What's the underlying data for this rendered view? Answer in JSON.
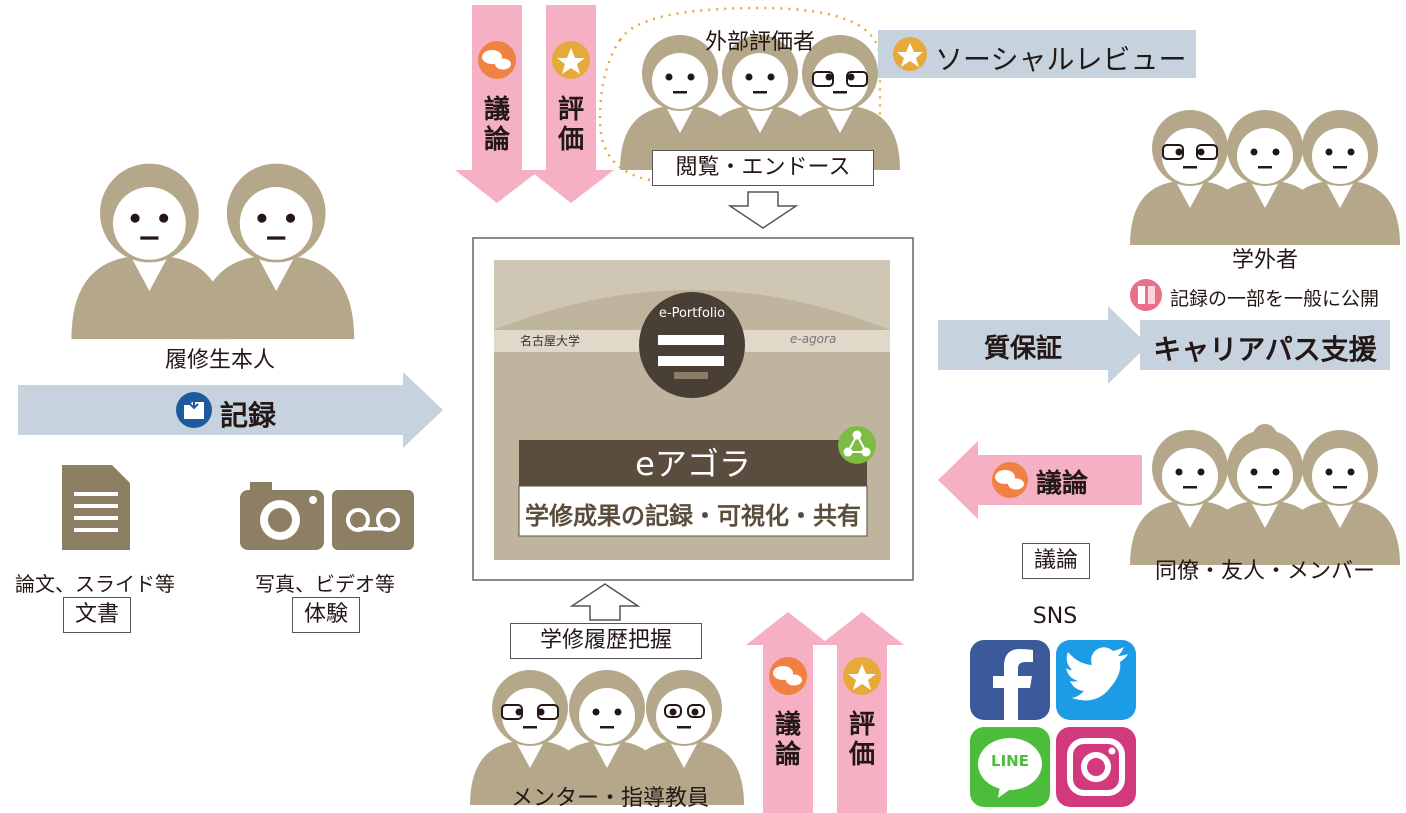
{
  "colors": {
    "person": "#b5a88a",
    "person_face": "#ffffff",
    "pink_arrow": "#f5b1c3",
    "blue_arrow": "#c6d3df",
    "dark_bar": "#5b4d3d",
    "discuss_icon": "#f08143",
    "eval_icon": "#e8a93b",
    "record_icon": "#1f5aa0",
    "open_icon": "#ea6f87",
    "share_icon": "#7dbb43",
    "facebook": "#3b5a99",
    "twitter": "#1d9ce6",
    "line": "#4cbd3a",
    "instagram": "#d23a7d"
  },
  "external": {
    "title": "外部評価者",
    "view_endorse": "閲覧・エンドース",
    "social_review": "ソーシャルレビュー"
  },
  "top_arrows": {
    "discuss": "議論",
    "evaluate": "評価"
  },
  "student": {
    "title": "履修生本人",
    "record": "記録",
    "doc_caption": "論文、スライド等",
    "doc_box": "文書",
    "exp_caption": "写真、ビデオ等",
    "exp_box": "体験"
  },
  "center": {
    "eportfolio": "e-Portfolio",
    "university": "名古屋大学",
    "ezopa": "e-agora",
    "title": "eアゴラ",
    "subtitle": "学修成果の記録・可視化・共有"
  },
  "outside": {
    "title": "学外者",
    "public_note": "記録の一部を一般に公開",
    "quality": "質保証",
    "career": "キャリアパス支援"
  },
  "peers": {
    "discuss_arrow": "議論",
    "discuss_box": "議論",
    "title": "同僚・友人・メンバー"
  },
  "sns": {
    "title": "SNS",
    "icons": [
      "facebook-icon",
      "twitter-icon",
      "line-icon",
      "instagram-icon"
    ],
    "line_text": "LINE"
  },
  "mentor": {
    "history": "学修履歴把握",
    "title": "メンター・指導教員"
  },
  "bottom_arrows": {
    "discuss": "議論",
    "evaluate": "評価"
  }
}
